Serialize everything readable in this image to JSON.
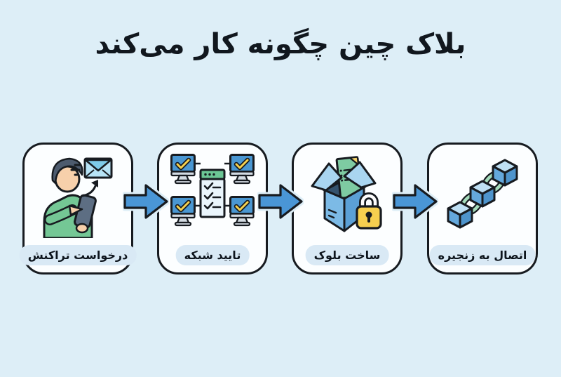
{
  "page": {
    "title": "بلاک چین چگونه کار می‌کند",
    "direction": "rtl"
  },
  "colors": {
    "background": "#ddeef7",
    "card_bg": "#fcfeff",
    "outline": "#171b20",
    "arrow_blue": "#4a96d6",
    "pill_bg": "#d9e9f5",
    "screen_blue": "#4a97d2",
    "green": "#74c795",
    "yellow": "#f6d24f",
    "light_blue": "#a9d5f0"
  },
  "steps": [
    {
      "label": "درخواست تراکنش",
      "icon": "person-sending-transaction-icon"
    },
    {
      "label": "تایید شبکه",
      "icon": "network-verification-icon"
    },
    {
      "label": "ساخت بلوک",
      "icon": "locked-box-icon"
    },
    {
      "label": "اتصال به زنجیره",
      "icon": "block-chain-icon"
    }
  ],
  "connectors": {
    "arrow_icon": "right-arrow-icon",
    "count": 3
  }
}
